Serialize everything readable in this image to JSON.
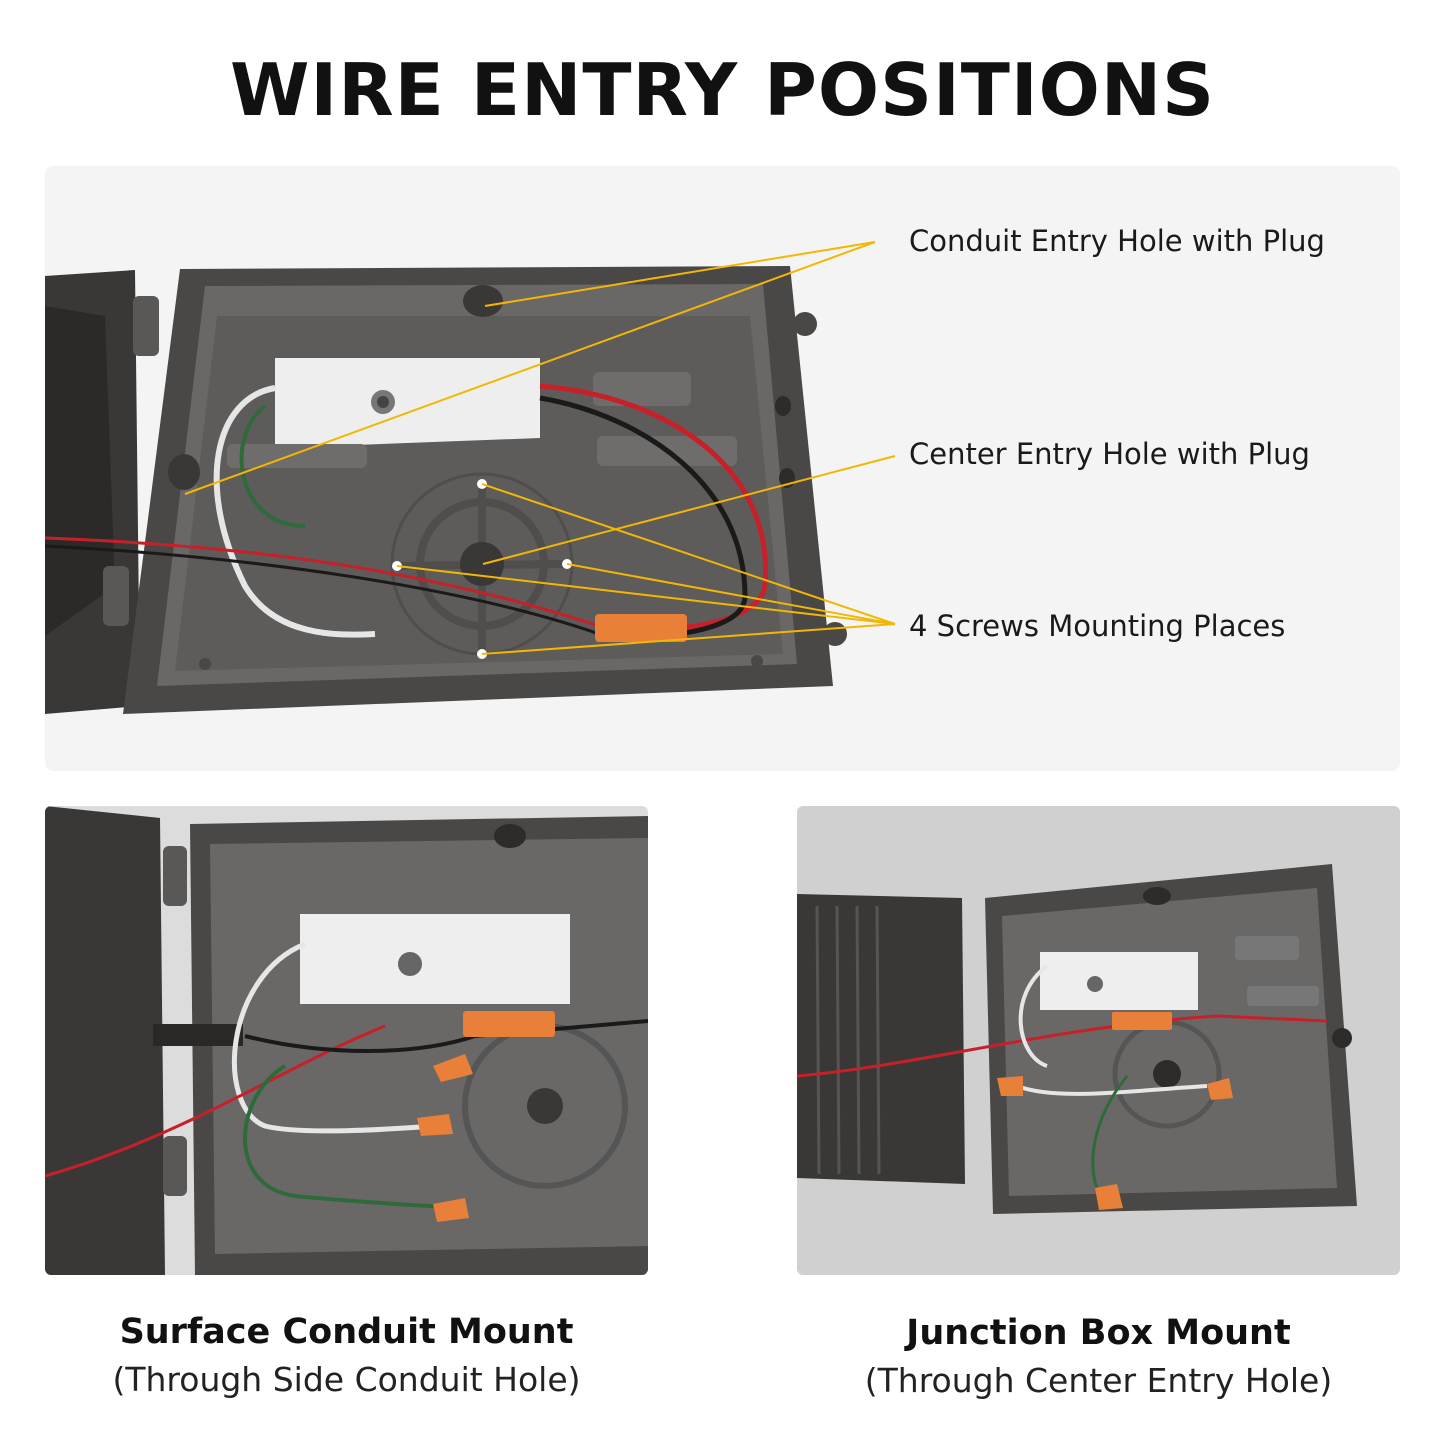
{
  "title": "WIRE ENTRY POSITIONS",
  "callouts": {
    "conduit": "Conduit Entry Hole with Plug",
    "center": "Center Entry Hole with Plug",
    "screws": "4 Screws Mounting Places"
  },
  "captions": {
    "left_title": "Surface Conduit Mount",
    "left_sub": "(Through Side Conduit Hole)",
    "right_title": "Junction Box Mount",
    "right_sub": "(Through Center Entry Hole)"
  },
  "colors": {
    "callout_line": "#f2b705",
    "housing": "#4a4846",
    "housing_interior": "#5e5c5a",
    "driver": "#eeeeee",
    "wire_red": "#c8202a",
    "wire_green": "#2f6b3a",
    "wire_white": "#e6e6e6",
    "wire_black": "#1a1a1a",
    "connector": "#e8803a"
  }
}
